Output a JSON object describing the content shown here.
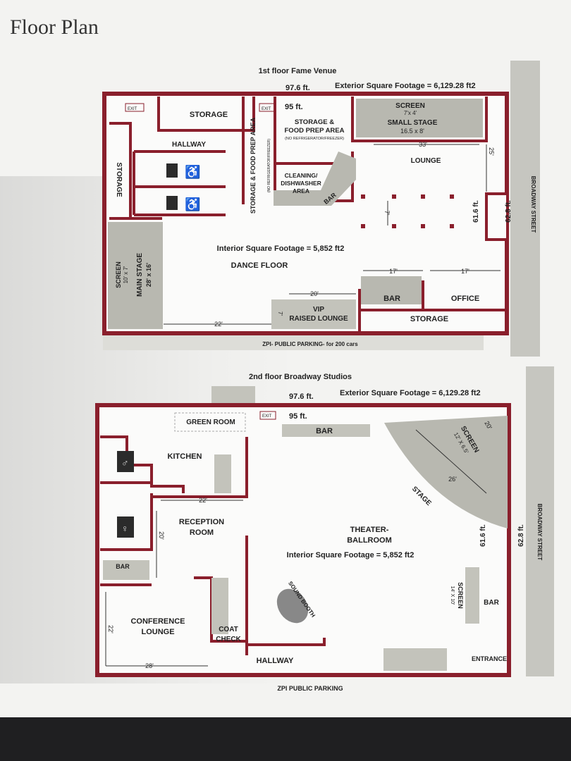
{
  "title": "Floor Plan",
  "floor1": {
    "heading": "1st floor Fame Venue",
    "width_label": "97.6 ft.",
    "inner_width": "95 ft.",
    "exterior_sqft": "Exterior Square Footage = 6,129.28 ft2",
    "interior_sqft": "Interior Square Footage = 5,852 ft2",
    "depth_inner": "61.6 ft.",
    "depth_outer": "62.8 ft.",
    "street": "BROADWAY STREET",
    "exit1": "EXIT",
    "exit2": "EXIT",
    "storage_top": "STORAGE",
    "hallway": "HALLWAY",
    "storage_left": "STORAGE",
    "storage_food_prep_v": "STORAGE & FOOD PREP AREA",
    "no_fridge_v": "(NO REFRIGERATOR/FREEZER)",
    "storage_food_prep_1": "STORAGE &",
    "storage_food_prep_2": "FOOD PREP AREA",
    "no_fridge": "(NO REFRIGERATOR/FREEZER)",
    "cleaning_1": "CLEANING/",
    "cleaning_2": "DISHWASHER",
    "cleaning_3": "AREA",
    "bar_curved": "BAR",
    "screen_top": "SCREEN",
    "screen_top_size": "7'x 4'",
    "small_stage": "SMALL STAGE",
    "small_stage_size": "16.5 x 8'",
    "dim_33": "33'",
    "lounge": "LOUNGE",
    "dim_25": "25'",
    "dim_7": "7'",
    "screen_main": "SCREEN",
    "screen_main_size": "10' x 7'",
    "main_stage": "MAIN STAGE",
    "main_stage_size": "28' x 16'",
    "dance_floor": "DANCE FLOOR",
    "dim_17a": "17'",
    "dim_17b": "17'",
    "bar_right": "BAR",
    "office": "OFFICE",
    "storage_bottom": "STORAGE",
    "dim_20": "20'",
    "dim_7b": "7'",
    "vip_1": "VIP",
    "vip_2": "RAISED LOUNGE",
    "dim_22": "22'",
    "parking": "ZPI- PUBLIC PARKING- for 200 cars"
  },
  "floor2": {
    "heading": "2nd floor Broadway Studios",
    "width_label": "97.6 ft.",
    "inner_width": "95 ft.",
    "exterior_sqft": "Exterior Square Footage = 6,129.28 ft2",
    "interior_sqft": "Interior Square Footage = 5,852 ft2",
    "depth_inner": "61.6 ft.",
    "depth_outer": "62.8 ft.",
    "street": "BROADWAY STREET",
    "exit": "EXIT",
    "green_room": "GREEN ROOM",
    "bar_top": "BAR",
    "kitchen": "KITCHEN",
    "dim_22": "22'",
    "reception_1": "RECEPTION",
    "reception_2": "ROOM",
    "dim_20": "20'",
    "bar_left": "BAR",
    "dim_22_side": "22'",
    "conference_1": "CONFERENCE",
    "conference_2": "LOUNGE",
    "dim_28": "28'",
    "coat_1": "COAT",
    "coat_2": "CHECK",
    "hallway": "HALLWAY",
    "sound_booth": "SOUND BOOTH",
    "screen_1": "SCREEN",
    "screen_1_size": "12' X 6.5'",
    "dim_20_stage": "20'",
    "dim_26": "26'",
    "stage": "STAGE",
    "theater_1": "THEATER-",
    "theater_2": "BALLROOM",
    "screen_2": "SCREEN",
    "screen_2_size": "14' X 10'",
    "bar_right": "BAR",
    "entrance": "ENTRANCE",
    "parking": "ZPI PUBLIC PARKING"
  },
  "colors": {
    "wall": "#8a1f2c",
    "stage_fill": "#b8b8b0",
    "restroom_icon": "#2b2b2b"
  }
}
